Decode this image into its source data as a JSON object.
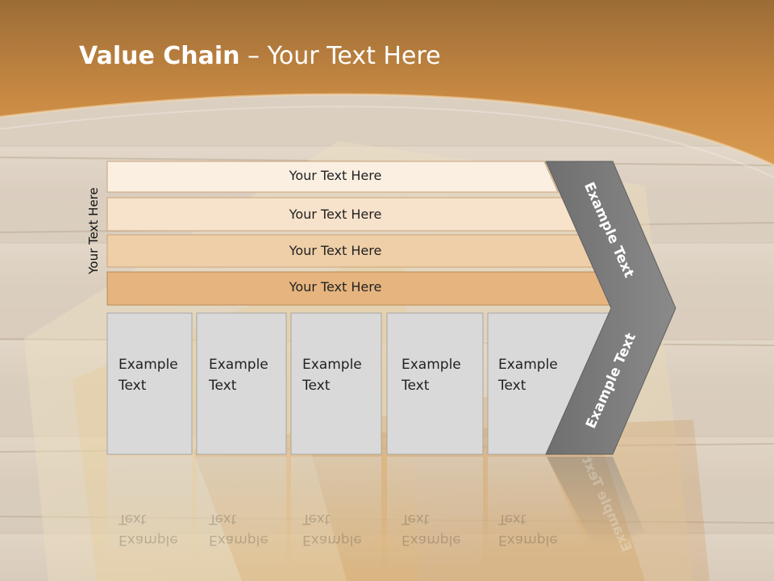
{
  "slide": {
    "title_bold": "Value Chain",
    "title_rest": " – Your Text Here",
    "vertical_label": "Your Text Here",
    "bars": [
      {
        "label": "Your Text Here"
      },
      {
        "label": "Your Text Here"
      },
      {
        "label": "Your Text Here"
      },
      {
        "label": "Your Text Here"
      }
    ],
    "boxes": [
      {
        "line1": "Example",
        "line2": "Text"
      },
      {
        "line1": "Example",
        "line2": "Text"
      },
      {
        "line1": "Example",
        "line2": "Text"
      },
      {
        "line1": "Example",
        "line2": "Text"
      },
      {
        "line1": "Example",
        "line2": "Text"
      }
    ],
    "chevron_upper": "Example Text",
    "chevron_lower": "Example Text",
    "colors": {
      "banner": "#c8883f",
      "bar1": "#fbefe2",
      "bar2": "#f7e2cb",
      "bar3": "#efcfa8",
      "bar4": "#e6b47e",
      "box": "#d9d9d9",
      "chevron": "#7f7f7f"
    }
  }
}
